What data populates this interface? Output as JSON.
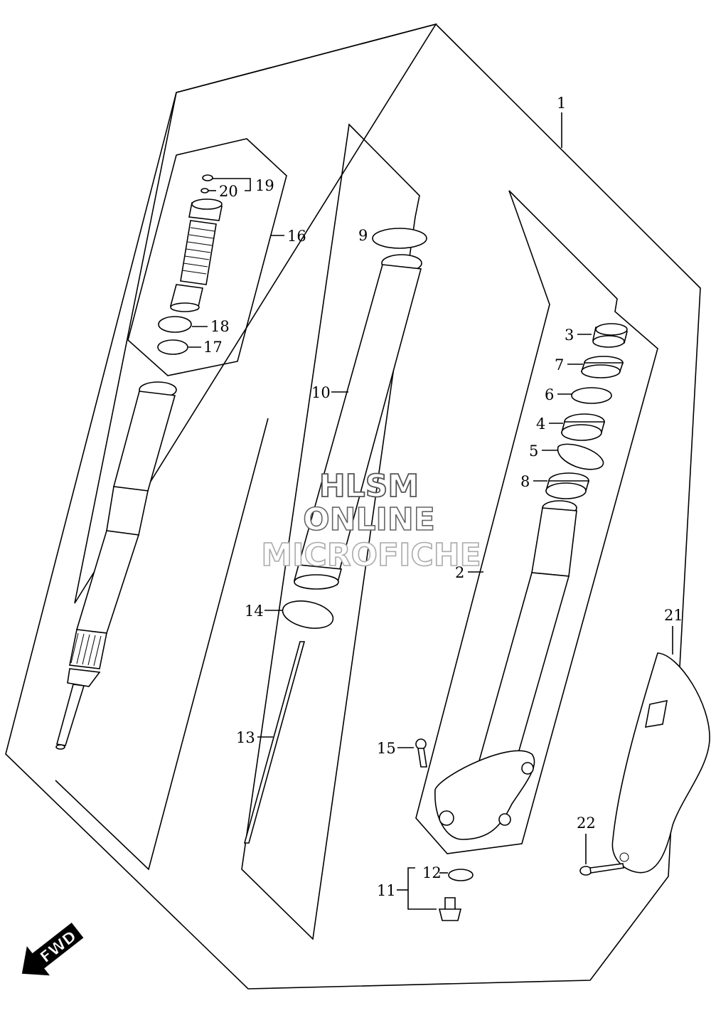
{
  "callouts": {
    "c1": "1",
    "c2": "2",
    "c3": "3",
    "c4": "4",
    "c5": "5",
    "c6": "6",
    "c7": "7",
    "c8": "8",
    "c9": "9",
    "c10": "10",
    "c11": "11",
    "c12": "12",
    "c13": "13",
    "c14": "14",
    "c15": "15",
    "c16": "16",
    "c17": "17",
    "c18": "18",
    "c19": "19",
    "c20": "20",
    "c21": "21",
    "c22": "22"
  },
  "watermark": {
    "line1": "HLSM",
    "line2": "ONLINE",
    "line3": "MICROFICHE"
  },
  "fwd_label": "FWD"
}
